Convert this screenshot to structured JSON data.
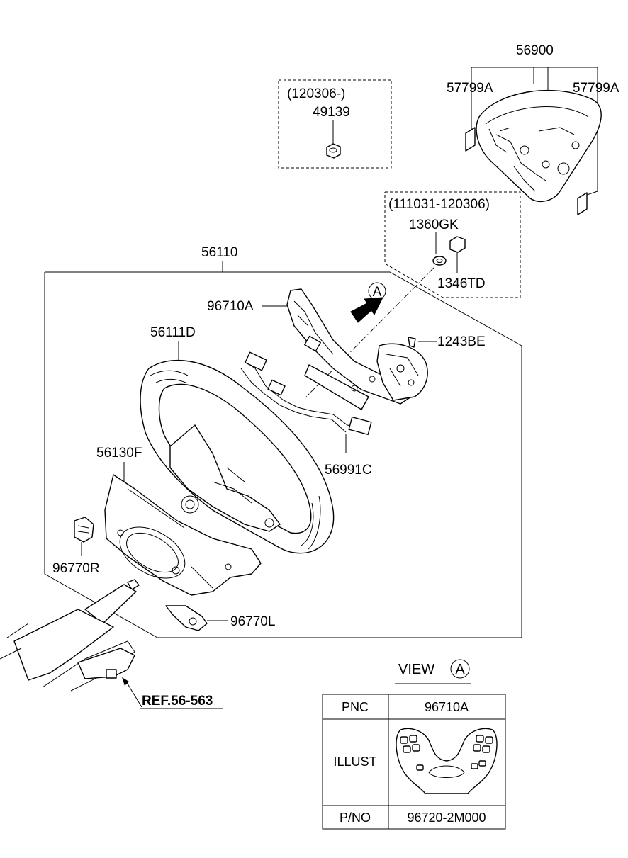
{
  "labels": {
    "assembly_56900": "56900",
    "label_57799A_left": "57799A",
    "label_57799A_right": "57799A",
    "range_120306": "(120306-)",
    "part_49139": "49139",
    "range_111031_120306": "(111031-120306)",
    "part_1360GK": "1360GK",
    "part_1346TD": "1346TD",
    "assembly_56110": "56110",
    "part_96710A": "96710A",
    "view_marker": "A",
    "part_56111D": "56111D",
    "part_1243BE": "1243BE",
    "part_56130F": "56130F",
    "part_56991C": "56991C",
    "part_96770R": "96770R",
    "part_96770L": "96770L",
    "ref": "REF.56-563"
  },
  "view": {
    "title": "VIEW",
    "marker": "A"
  },
  "table": {
    "rows": [
      {
        "header": "PNC",
        "value": "96710A"
      },
      {
        "header": "ILLUST",
        "value": ""
      },
      {
        "header": "P/NO",
        "value": "96720-2M000"
      }
    ]
  }
}
